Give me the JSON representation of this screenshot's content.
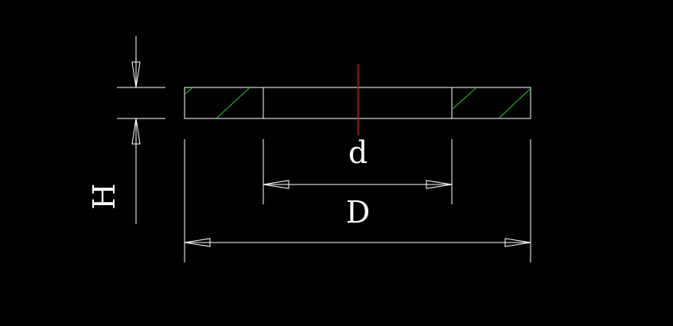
{
  "colors": {
    "background": "#000000",
    "outline": "#ffffff",
    "hatch": "#22cc22",
    "centerline": "#cc1111"
  },
  "labels": {
    "inner_diameter": "d",
    "outer_diameter": "D",
    "height": "H"
  }
}
